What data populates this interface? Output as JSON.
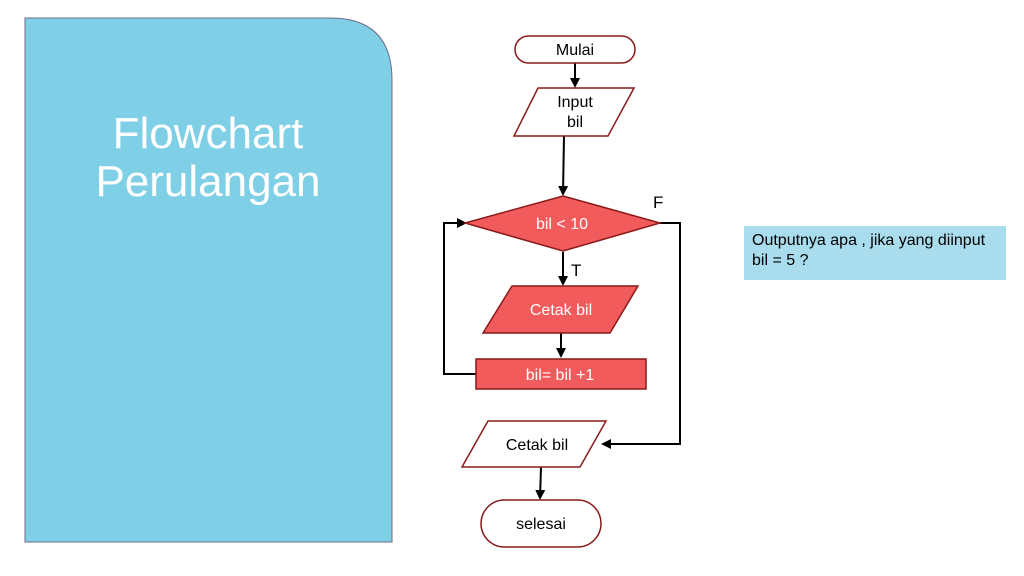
{
  "slide": {
    "title_lines": [
      "Flowchart",
      "Perulangan"
    ],
    "panel_color": "#7fcfe7"
  },
  "flowchart": {
    "nodes": {
      "start": "Mulai",
      "input_line1": "Input",
      "input_line2": "bil",
      "decision": "bil < 10",
      "print_loop": "Cetak bil",
      "increment": "bil= bil +1",
      "print_final": "Cetak bil",
      "end": "selesai"
    },
    "labels": {
      "true_branch": "T",
      "false_branch": "F"
    },
    "colors": {
      "highlight_fill": "#f15b5b",
      "outline": "#8b1a1a"
    }
  },
  "note": {
    "text": "Outputnya apa , jika yang diinput bil = 5 ?"
  }
}
